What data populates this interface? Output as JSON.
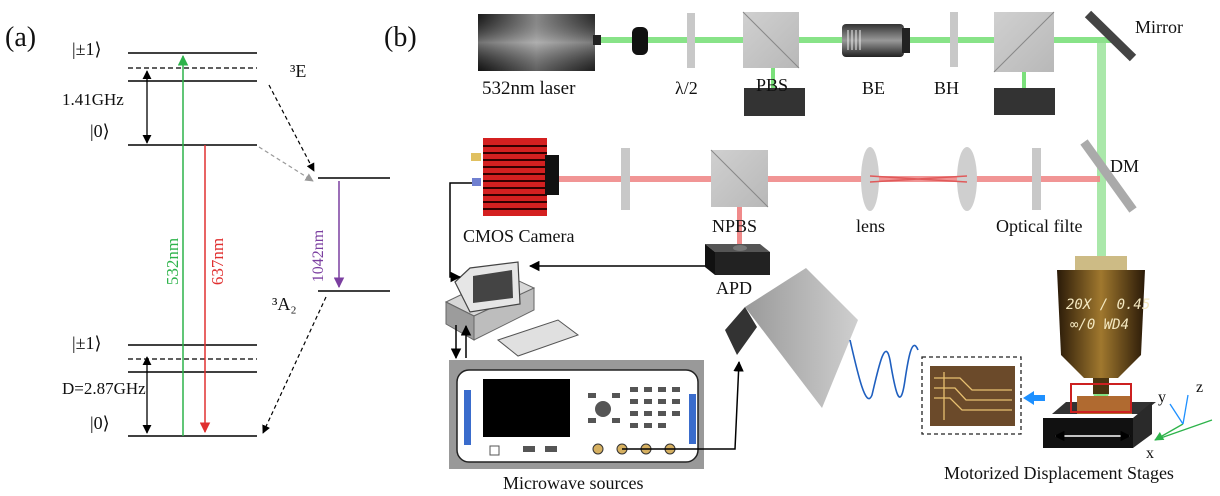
{
  "panel_a": {
    "label": "(a)",
    "excited_triplet": "³E",
    "ground_triplet": "³A₂",
    "excited_pm1": "|±1⟩",
    "excited_0": "|0⟩",
    "excited_split": "1.41GHz",
    "ground_pm1": "|±1⟩",
    "ground_0": "|0⟩",
    "ground_split": "D=2.87GHz",
    "transition_pump": "532nm",
    "transition_emission": "637nm",
    "transition_singlet": "1042nm"
  },
  "panel_b": {
    "label": "(b)",
    "components": {
      "laser": "532nm laser",
      "half_wave": "λ/2",
      "pbs": "PBS",
      "be": "BE",
      "bh": "BH",
      "mirror": "Mirror",
      "dm": "DM",
      "camera": "CMOS Camera",
      "npbs": "NPBS",
      "lens": "lens",
      "filter": "Optical filte",
      "apd": "APD",
      "objective_line1": "20X / 0.45",
      "objective_line2": "∞/0 WD4",
      "microwave": "Microwave sources",
      "stages": "Motorized Displacement Stages",
      "axis_x": "x",
      "axis_y": "y",
      "axis_z": "z"
    }
  },
  "colors": {
    "pump_green": "#2db34a",
    "emission_red": "#e03030",
    "singlet_purple": "#7b3fa0",
    "beam_green": "#7be07b",
    "beam_red": "#f08a8a",
    "highlight_blue": "#1e90ff"
  }
}
